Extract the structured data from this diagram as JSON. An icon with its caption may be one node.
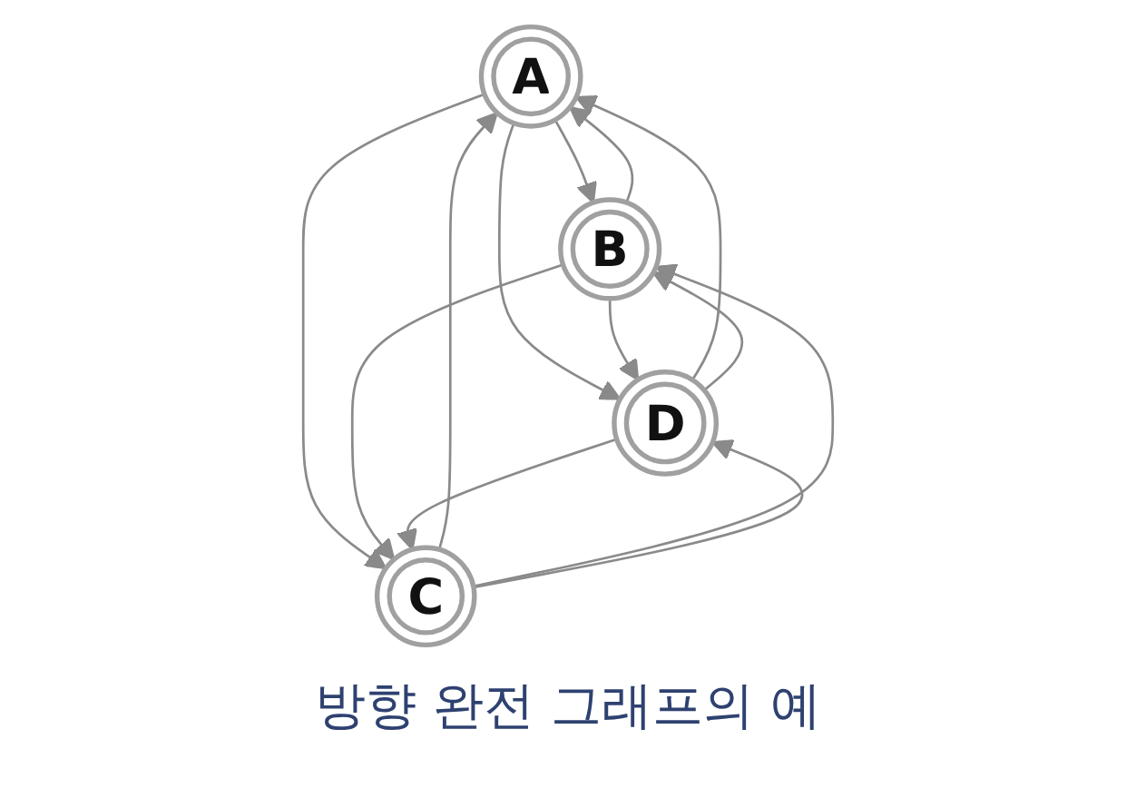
{
  "diagram": {
    "caption": "방향 완전 그래프의 예",
    "nodes": [
      {
        "text": [
          "A"
        ]
      },
      {
        "text": [
          "B"
        ]
      },
      {
        "text": [
          "D"
        ]
      },
      {
        "text": [
          "C"
        ]
      }
    ],
    "edges": [
      {
        "from": 0,
        "to": 1,
        "arrow": "to"
      },
      {
        "from": 1,
        "to": 0,
        "arrow": "to"
      },
      {
        "from": 0,
        "to": 2,
        "arrow": "to"
      },
      {
        "from": 2,
        "to": 0,
        "arrow": "to"
      },
      {
        "from": 0,
        "to": 3,
        "arrow": "to"
      },
      {
        "from": 3,
        "to": 0,
        "arrow": "to"
      },
      {
        "from": 1,
        "to": 2,
        "arrow": "to"
      },
      {
        "from": 2,
        "to": 1,
        "arrow": "to"
      },
      {
        "from": 1,
        "to": 3,
        "arrow": "to"
      },
      {
        "from": 3,
        "to": 1,
        "arrow": "to"
      },
      {
        "from": 2,
        "to": 3,
        "arrow": "to"
      },
      {
        "from": 3,
        "to": 2,
        "arrow": "to"
      }
    ]
  }
}
